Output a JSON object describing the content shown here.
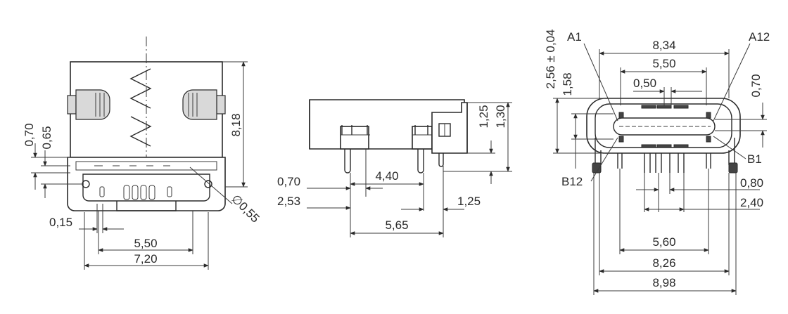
{
  "front_view": {
    "height": "8,18",
    "d_070": "0,70",
    "d_065": "0,65",
    "d_015": "0,15",
    "width_inner": "5,50",
    "width_outer": "7,20",
    "hole_dia": "∅0,55"
  },
  "side_view": {
    "d_070": "0,70",
    "d_253": "2,53",
    "d_440": "4,40",
    "d_565": "5,65",
    "d_125_bottom": "1,25",
    "d_125_top": "1,25",
    "d_130": "1,30"
  },
  "pin_view": {
    "pin_a1": "A1",
    "pin_a12": "A12",
    "pin_b1": "B1",
    "pin_b12": "B12",
    "thickness": "2,56 ± 0,04",
    "d_158": "1,58",
    "d_070": "0,70",
    "width_834": "8,34",
    "width_550": "5,50",
    "pitch_050": "0,50",
    "d_080": "0,80",
    "d_240": "2,40",
    "width_560": "5,60",
    "width_826": "8,26",
    "width_898": "8,98"
  }
}
